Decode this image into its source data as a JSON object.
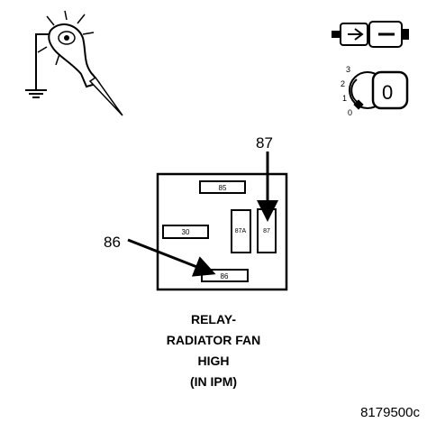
{
  "ignition": {
    "positions": [
      "3",
      "2",
      "1",
      "0"
    ],
    "key_label": "0"
  },
  "relay": {
    "terminals": {
      "t85": "85",
      "t30": "30",
      "t87a": "87A",
      "t87": "87",
      "t86": "86"
    },
    "callouts": {
      "c87": "87",
      "c86": "86"
    }
  },
  "caption": {
    "line1": "RELAY-",
    "line2": "RADIATOR FAN",
    "line3": "HIGH",
    "line4": "(IN IPM)"
  },
  "figure_number": "8179500c"
}
